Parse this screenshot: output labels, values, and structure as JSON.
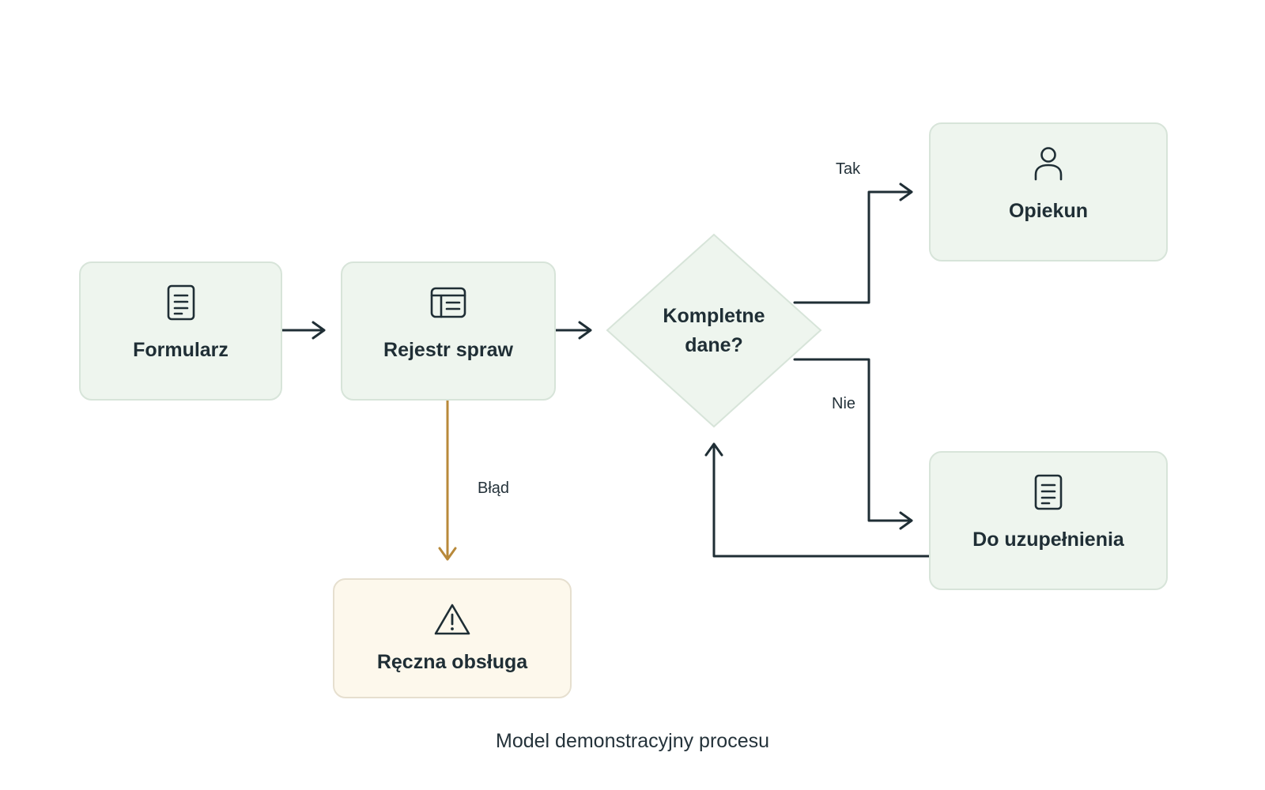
{
  "diagram": {
    "nodes": {
      "formularz": {
        "label": "Formularz",
        "icon": "document-icon"
      },
      "rejestr": {
        "label": "Rejestr spraw",
        "icon": "register-table-icon"
      },
      "decyzja": {
        "line1": "Kompletne",
        "line2": "dane?"
      },
      "opiekun": {
        "label": "Opiekun",
        "icon": "user-icon"
      },
      "uzupelnienie": {
        "label": "Do uzupełnienia",
        "icon": "document-icon"
      },
      "reczna": {
        "label": "Ręczna obsługa",
        "icon": "warning-triangle-icon"
      }
    },
    "edges": {
      "tak": "Tak",
      "nie": "Nie",
      "blad": "Błąd"
    },
    "caption": "Model demonstracyjny procesu",
    "colors": {
      "node_fill": "#eef5ee",
      "node_border": "#d7e4d9",
      "warn_fill": "#fdf8ec",
      "line": "#1f2e35",
      "error_line": "#b8893a"
    }
  }
}
